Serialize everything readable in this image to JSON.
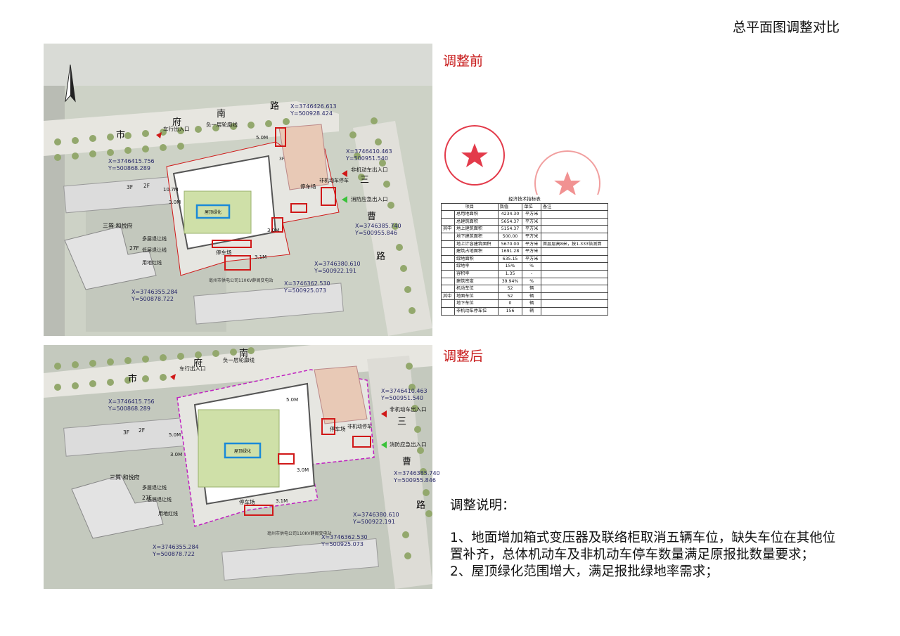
{
  "page": {
    "title": "总平面图调整对比"
  },
  "before": {
    "label": "调整前",
    "roads": {
      "top": [
        "市",
        "府",
        "南",
        "路"
      ],
      "right": [
        "三",
        "曹",
        "路"
      ]
    },
    "labels": {
      "vehicle_entry": "车行出入口",
      "non_motor_entry": "非机动车出入口",
      "fire_entry": "消防应急出入口",
      "basement_line": "负一层轮廓线",
      "parking": "停车场",
      "non_motor_parking": "非机动车停车",
      "roof_green": "屋顶绿化",
      "neighborhood": "三巽·和悦府",
      "multi_setback": "多层退让线",
      "high_setback": "低层退让线",
      "land_red_line": "用地红线",
      "floors_3f": "3F",
      "floors_2f": "2F",
      "floors_27f": "27F",
      "substation": "亳州市供电公司110KV薛阁变电站",
      "building_mark": "3F",
      "d50": "5.0M",
      "d107": "10.7M",
      "d30": "3.0M",
      "d31": "3.1M"
    },
    "coords": [
      "X=3746426.613",
      "Y=500928.424",
      "X=3746410.463",
      "Y=500951.540",
      "X=3746415.756",
      "Y=500868.289",
      "X=3746385.740",
      "Y=500955.846",
      "X=3746380.610",
      "Y=500922.191",
      "X=3746362.530",
      "Y=500925.073",
      "X=3746355.284",
      "Y=500878.722"
    ]
  },
  "after": {
    "label": "调整后",
    "roads": {
      "top": [
        "市",
        "府",
        "南"
      ],
      "right": [
        "三",
        "曹",
        "路"
      ]
    },
    "labels": {
      "vehicle_entry": "车行出入口",
      "non_motor_entry": "非机动车出入口",
      "fire_entry": "消防应急出入口",
      "basement_line": "负一层轮廓线",
      "parking": "停车场",
      "non_motor_parking": "非机动停车",
      "roof_green": "屋顶绿化",
      "neighborhood": "三巽·和悦府",
      "multi_setback": "多层退让线",
      "high_setback": "低层退让线",
      "land_red_line": "用地红线",
      "floors_3f": "3F",
      "floors_2f": "2F",
      "floors_27f": "27F",
      "substation": "亳州市供电公司110KV薛阁变电站",
      "d50": "5.0M",
      "d30": "3.0M",
      "d31": "3.1M"
    },
    "coords": [
      "X=3746415.756",
      "Y=500868.289",
      "X=3746410.463",
      "Y=500951.540",
      "X=3746385.740",
      "Y=500955.846",
      "X=3746380.610",
      "Y=500922.191",
      "X=3746362.530",
      "Y=500925.073",
      "X=3746355.284",
      "Y=500878.722"
    ]
  },
  "tech_table": {
    "title": "经济技术指标表",
    "headers": [
      "项目",
      "数值",
      "单位",
      "备注"
    ],
    "rows": [
      {
        "group": "",
        "item": "总用地面积",
        "value": "4234.30",
        "unit": "平方米",
        "note": ""
      },
      {
        "group": "",
        "item": "总建筑面积",
        "value": "5654.37",
        "unit": "平方米",
        "note": ""
      },
      {
        "group": "其中",
        "item": "地上建筑面积",
        "value": "5154.37",
        "unit": "平方米",
        "note": ""
      },
      {
        "group": "",
        "item": "地下建筑面积",
        "value": "500.00",
        "unit": "平方米",
        "note": ""
      },
      {
        "group": "",
        "item": "地上计容建筑面积",
        "value": "5670.00",
        "unit": "平方米",
        "note": "首层层高8米，按1.333倍测算"
      },
      {
        "group": "",
        "item": "建筑占地面积",
        "value": "1691.28",
        "unit": "平方米",
        "note": ""
      },
      {
        "group": "",
        "item": "绿地面积",
        "value": "635.15",
        "unit": "平方米",
        "note": ""
      },
      {
        "group": "",
        "item": "绿地率",
        "value": "15%",
        "unit": "%",
        "note": ""
      },
      {
        "group": "",
        "item": "容积率",
        "value": "1.35",
        "unit": "-",
        "note": ""
      },
      {
        "group": "",
        "item": "建筑密度",
        "value": "39.94%",
        "unit": "%",
        "note": ""
      },
      {
        "group": "",
        "item": "机动车位",
        "value": "52",
        "unit": "辆",
        "note": ""
      },
      {
        "group": "其中",
        "item": "地面车位",
        "value": "52",
        "unit": "辆",
        "note": ""
      },
      {
        "group": "",
        "item": "地下车位",
        "value": "0",
        "unit": "辆",
        "note": ""
      },
      {
        "group": "",
        "item": "非机动车停车位",
        "value": "156",
        "unit": "辆",
        "note": ""
      }
    ]
  },
  "notes": {
    "heading": "调整说明：",
    "items": [
      "1、地面增加箱式变压器及联络柜取消五辆车位，缺失车位在其他位置补齐，总体机动车及非机动车停车数量满足原报批数量要求；",
      "2、屋顶绿化范围增大，满足报批绿地率需求；"
    ]
  },
  "colors": {
    "accent_red": "#c81c1c",
    "red_line": "#d01818",
    "purple_line": "#c020c0",
    "roof_green": "#cfe0a8",
    "blue_box": "#1a8ad8"
  }
}
